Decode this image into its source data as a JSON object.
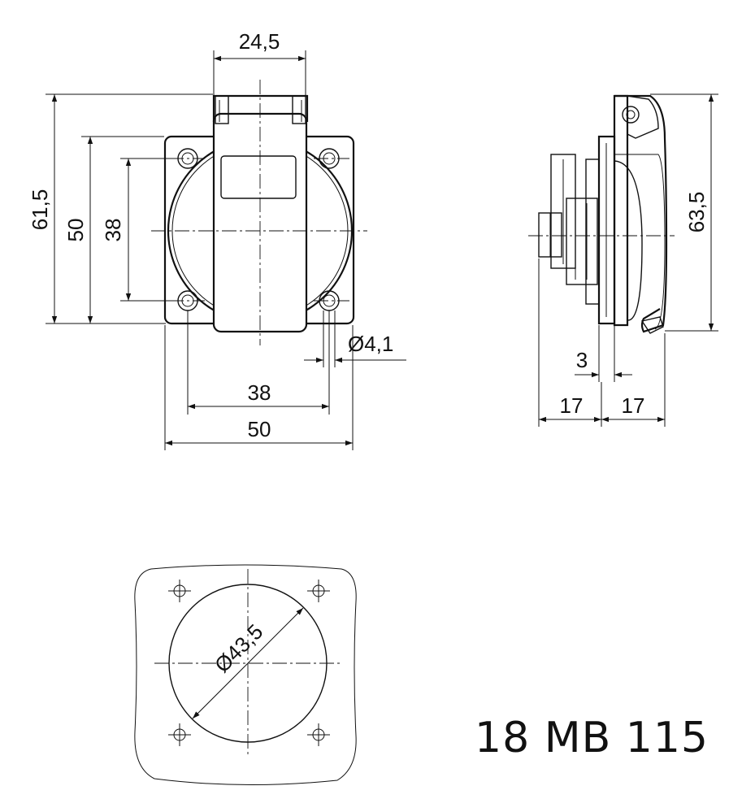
{
  "dimensions": {
    "front_width_top": "24,5",
    "front_height_outer": "61,5",
    "front_height_plate": "50",
    "front_height_holes": "38",
    "front_hole_diameter": "Ø4,1",
    "front_holes_horizontal": "38",
    "front_plate_width": "50",
    "side_height": "63,5",
    "side_plate_thickness": "3",
    "side_depth_back": "17",
    "side_depth_front": "17",
    "cutout_diameter": "Ø43,5"
  },
  "model_code": "18 MB 115"
}
